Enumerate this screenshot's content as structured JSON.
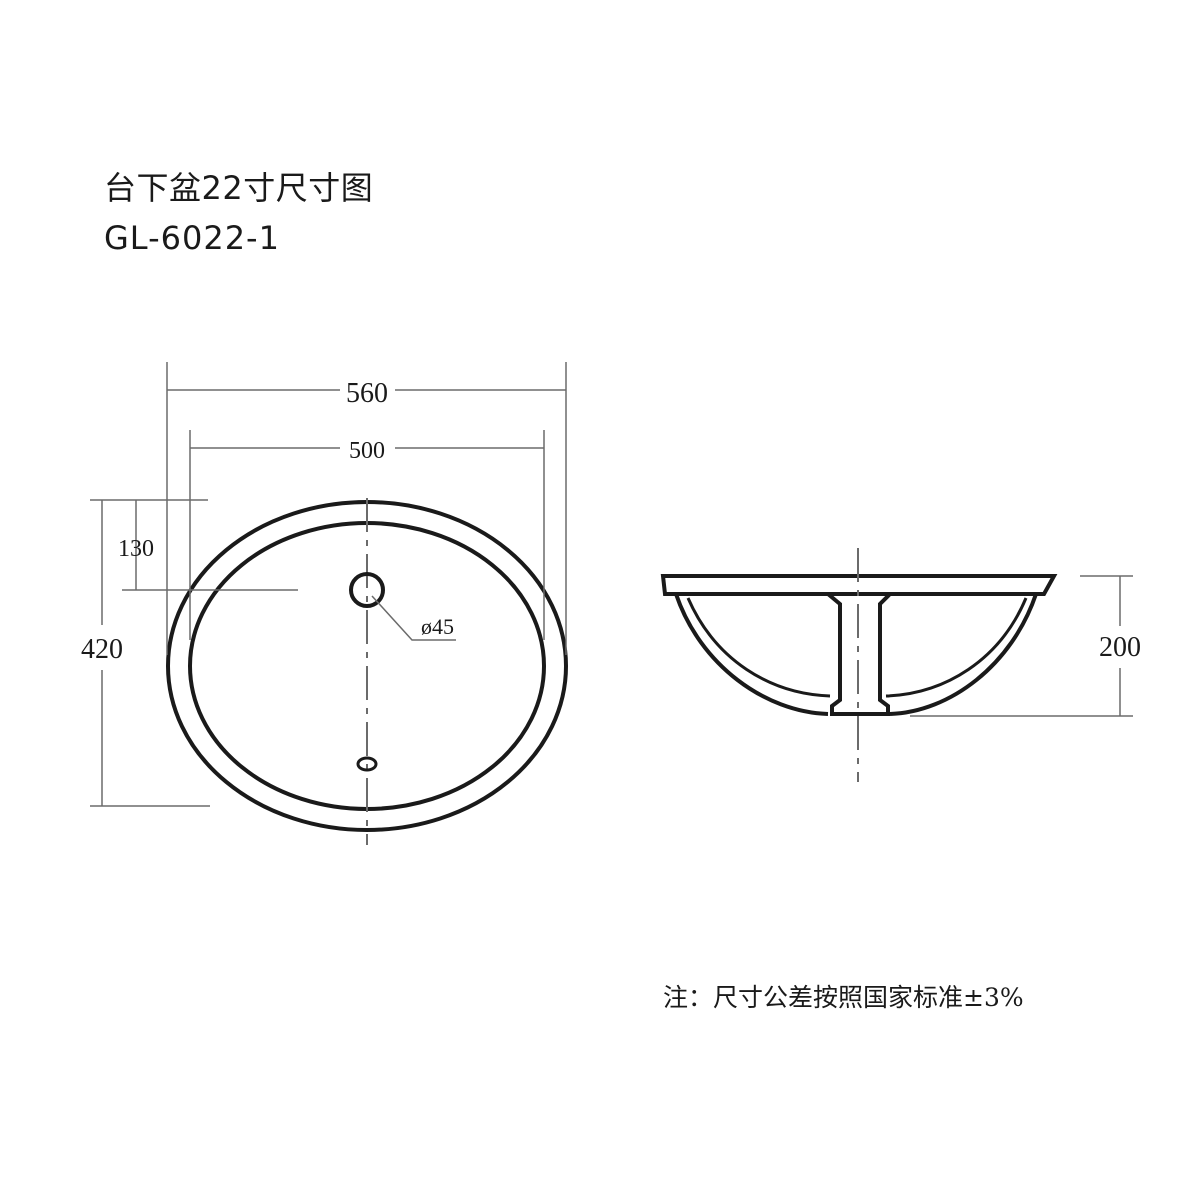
{
  "header": {
    "title": "台下盆22寸尺寸图",
    "model": "GL-6022-1"
  },
  "dimensions": {
    "overall_width": "560",
    "inner_width": "500",
    "overall_depth": "420",
    "hole_offset": "130",
    "hole_diameter": "ø45",
    "height": "200"
  },
  "footer": {
    "note": "注：尺寸公差按照国家标准±3%"
  },
  "colors": {
    "line": "#1a1a1a",
    "dim_line": "#6b6b6b",
    "background": "#ffffff"
  }
}
